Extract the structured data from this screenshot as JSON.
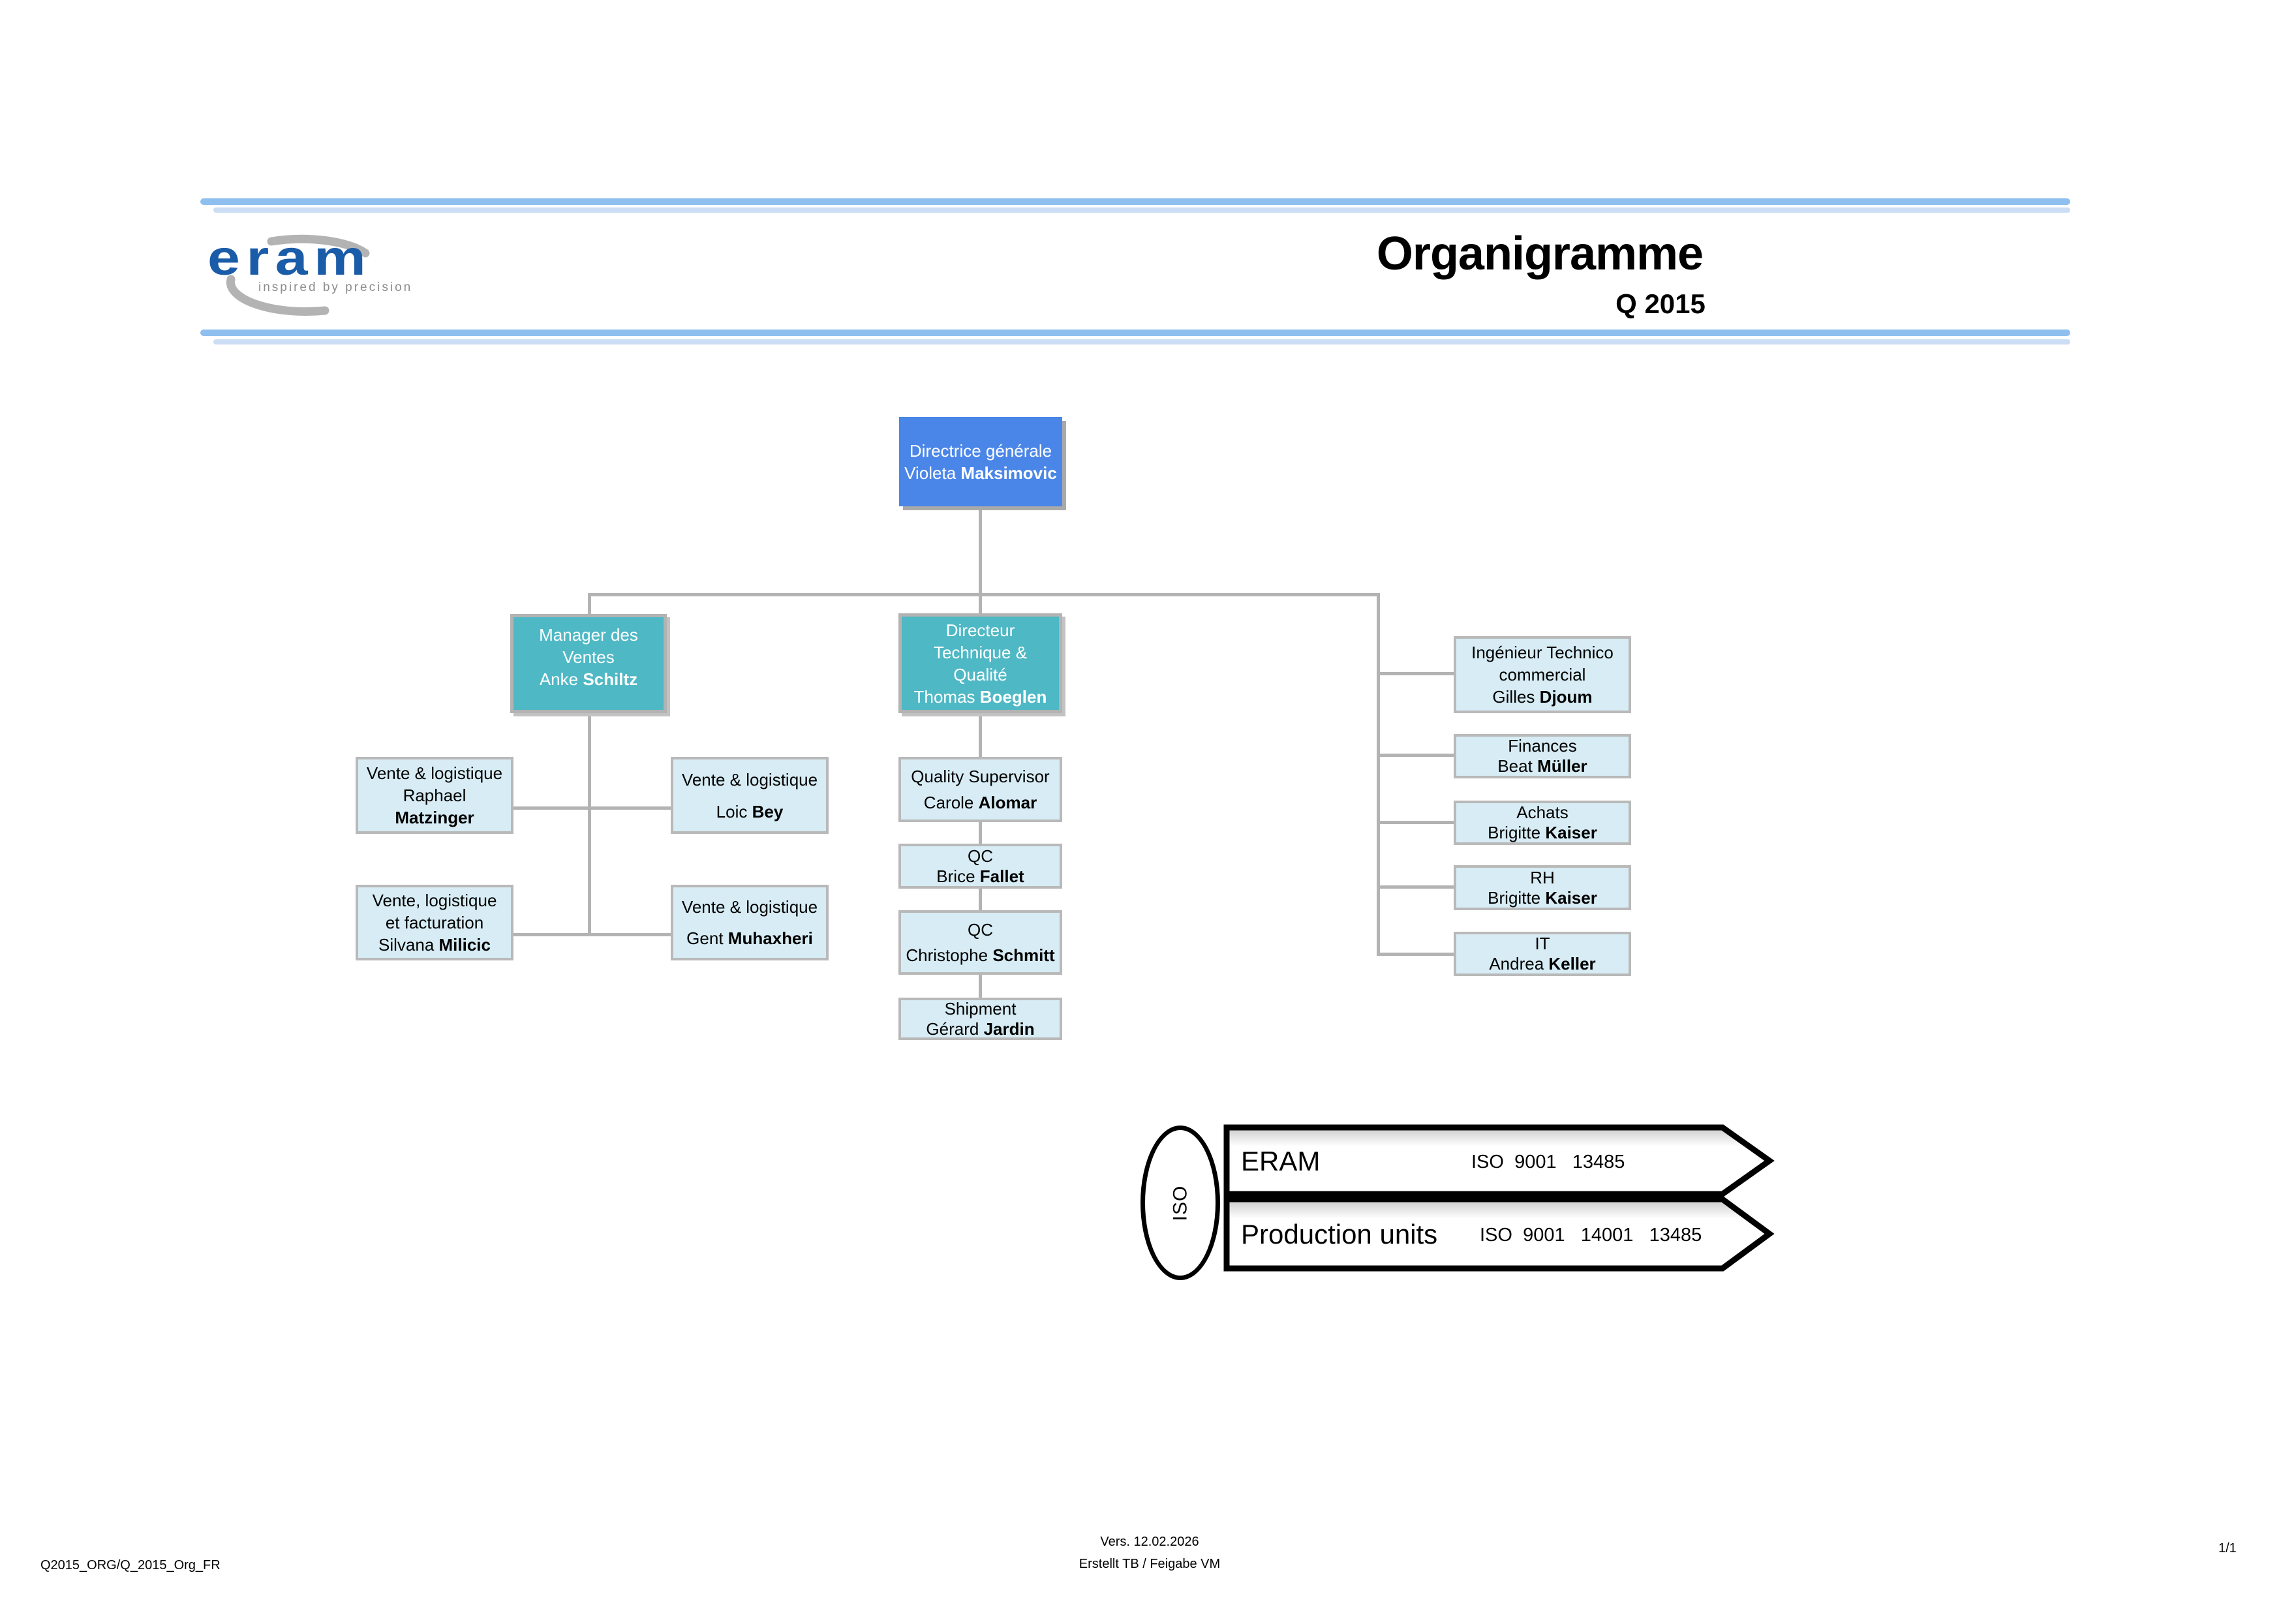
{
  "header": {
    "logo_wordmark": "eram",
    "logo_tagline": "inspired by precision",
    "title": "Organigramme",
    "subtitle": "Q 2015"
  },
  "colors": {
    "director_blue": "#4a86e8",
    "manager_teal": "#4fb8c5",
    "unit_lightblue": "#d7ecf4",
    "connector_gray": "#b3b3b3",
    "stripe_blue": "#8fbfef",
    "stripe_pale": "#ccdef6",
    "logo_blue": "#1b5ca8"
  },
  "org": {
    "directrice": {
      "role": "Directrice générale",
      "first": "Violeta",
      "last": "Maksimovic"
    },
    "manager": {
      "role1": "Manager des",
      "role2": "Ventes",
      "first": "Anke",
      "last": "Schiltz"
    },
    "directeur": {
      "role1": "Directeur",
      "role2": "Technique &",
      "role3": "Qualité",
      "first": "Thomas",
      "last": "Boeglen"
    },
    "raphael": {
      "role": "Vente & logistique",
      "first": "Raphael",
      "last": "Matzinger"
    },
    "loic": {
      "role": "Vente & logistique",
      "first": "Loic",
      "last": "Bey"
    },
    "silvana": {
      "role1": "Vente, logistique",
      "role2": "et facturation",
      "first": "Silvana",
      "last": "Milicic"
    },
    "gent": {
      "role": "Vente & logistique",
      "first": "Gent",
      "last": "Muhaxheri"
    },
    "quality_supervisor": {
      "role": "Quality Supervisor",
      "first": "Carole",
      "last": "Alomar"
    },
    "qc1": {
      "role": "QC",
      "first": "Brice",
      "last": "Fallet"
    },
    "qc2": {
      "role": "QC",
      "first": "Christophe",
      "last": "Schmitt"
    },
    "shipment": {
      "role": "Shipment",
      "first": "Gérard",
      "last": "Jardin"
    },
    "ingenieur": {
      "role1": "Ingénieur Technico",
      "role2": "commercial",
      "first": "Gilles",
      "last": "Djoum"
    },
    "finances": {
      "role": "Finances",
      "first": "Beat",
      "last": "Müller"
    },
    "achats": {
      "role": "Achats",
      "first": "Brigitte",
      "last": "Kaiser"
    },
    "rh": {
      "role": "RH",
      "first": "Brigitte",
      "last": "Kaiser"
    },
    "it": {
      "role": "IT",
      "first": "Andrea",
      "last": "Keller"
    }
  },
  "iso": {
    "ellipse_label": "ISO",
    "row1_name": "ERAM",
    "row1_certs": "ISO  9001   13485",
    "row2_name": "Production units",
    "row2_certs": "ISO  9001   14001   13485"
  },
  "footer": {
    "left": "Q2015_ORG/Q_2015_Org_FR",
    "center_line1": "Vers. 12.02.2026",
    "center_line2": "Erstellt TB / Feigabe VM",
    "right": "1/1"
  }
}
